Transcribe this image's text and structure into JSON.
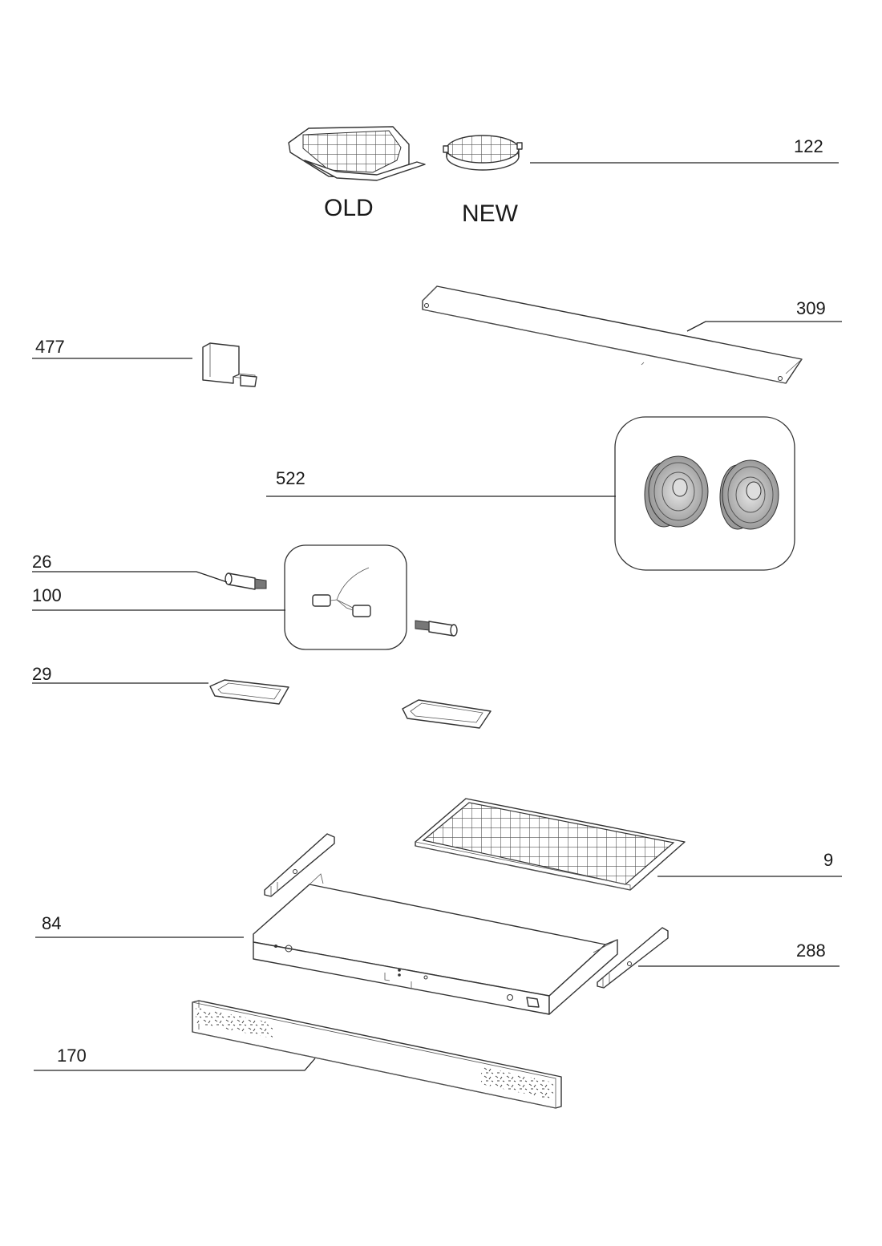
{
  "captions": {
    "old": "OLD",
    "new": "NEW"
  },
  "labels": {
    "p122": "122",
    "p309": "309",
    "p477": "477",
    "p522": "522",
    "p26": "26",
    "p100": "100",
    "p29": "29",
    "p9": "9",
    "p84": "84",
    "p288": "288",
    "p170": "170"
  }
}
